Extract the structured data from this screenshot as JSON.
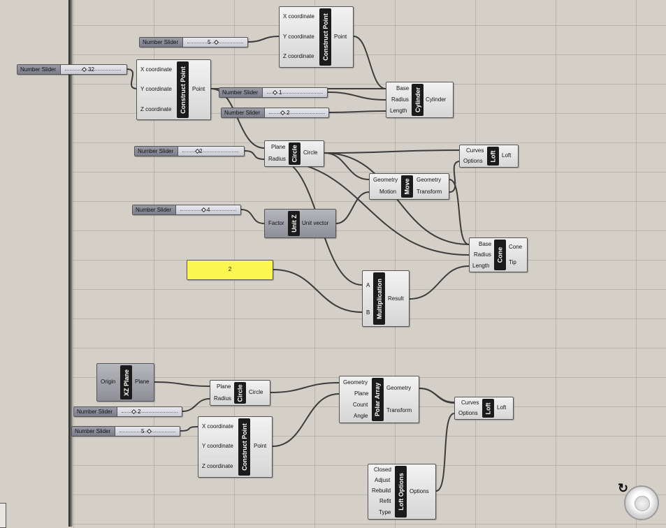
{
  "sliders": {
    "s_top_5": {
      "name": "Number Slider",
      "value": "5"
    },
    "s_x_32": {
      "name": "Number Slider",
      "value": "32"
    },
    "s_radius_1": {
      "name": "Number Slider",
      "value": "1"
    },
    "s_length_2": {
      "name": "Number Slider",
      "value": "2"
    },
    "s_circle_2": {
      "name": "Number Slider",
      "value": "2"
    },
    "s_factor_4": {
      "name": "Number Slider",
      "value": "4"
    },
    "s_bottom_2": {
      "name": "Number Slider",
      "value": "2"
    },
    "s_bottom_5": {
      "name": "Number Slider",
      "value": "5"
    }
  },
  "panel": {
    "value": "2"
  },
  "components": {
    "cpt1": {
      "nick": "Construct Point",
      "inputs": [
        "X coordinate",
        "Y coordinate",
        "Z coordinate"
      ],
      "outputs": [
        "Point"
      ]
    },
    "cpt2": {
      "nick": "Construct Point",
      "inputs": [
        "X coordinate",
        "Y coordinate",
        "Z coordinate"
      ],
      "outputs": [
        "Point"
      ]
    },
    "cyl": {
      "nick": "Cylinder",
      "inputs": [
        "Base",
        "Radius",
        "Length"
      ],
      "outputs": [
        "Cylinder"
      ]
    },
    "circle1": {
      "nick": "Circle",
      "inputs": [
        "Plane",
        "Radius"
      ],
      "outputs": [
        "Circle"
      ]
    },
    "loft1": {
      "nick": "Loft",
      "inputs": [
        "Curves",
        "Options"
      ],
      "outputs": [
        "Loft"
      ]
    },
    "move": {
      "nick": "Move",
      "inputs": [
        "Geometry",
        "Motion"
      ],
      "outputs": [
        "Geometry",
        "Transform"
      ]
    },
    "unitz": {
      "nick": "Unit Z",
      "inputs": [
        "Factor"
      ],
      "outputs": [
        "Unit vector"
      ]
    },
    "cone": {
      "nick": "Cone",
      "inputs": [
        "Base",
        "Radius",
        "Length"
      ],
      "outputs": [
        "Cone",
        "Tip"
      ]
    },
    "mult": {
      "nick": "Multiplication",
      "inputs": [
        "A",
        "B"
      ],
      "outputs": [
        "Result"
      ]
    },
    "xzplane": {
      "nick": "XZ Plane",
      "inputs": [
        "Origin"
      ],
      "outputs": [
        "Plane"
      ]
    },
    "circle2": {
      "nick": "Circle",
      "inputs": [
        "Plane",
        "Radius"
      ],
      "outputs": [
        "Circle"
      ]
    },
    "polar": {
      "nick": "Polar Array",
      "inputs": [
        "Geometry",
        "Plane",
        "Count",
        "Angle"
      ],
      "outputs": [
        "Geometry",
        "Transform"
      ]
    },
    "loft2": {
      "nick": "Loft",
      "inputs": [
        "Curves",
        "Options"
      ],
      "outputs": [
        "Loft"
      ]
    },
    "cpt3": {
      "nick": "Construct Point",
      "inputs": [
        "X coordinate",
        "Y coordinate",
        "Z coordinate"
      ],
      "outputs": [
        "Point"
      ]
    },
    "loftopt": {
      "nick": "Loft Options",
      "inputs": [
        "Closed",
        "Adjust",
        "Rebuild",
        "Refit",
        "Type"
      ],
      "outputs": [
        "Options"
      ]
    }
  },
  "colors": {
    "canvas": "#d4d0c8",
    "wire": "#3c3c3c",
    "panel": "#fbf750",
    "nickname": "#1b1b1b"
  },
  "icons": {
    "navigation": "navigation-wheel-icon"
  }
}
